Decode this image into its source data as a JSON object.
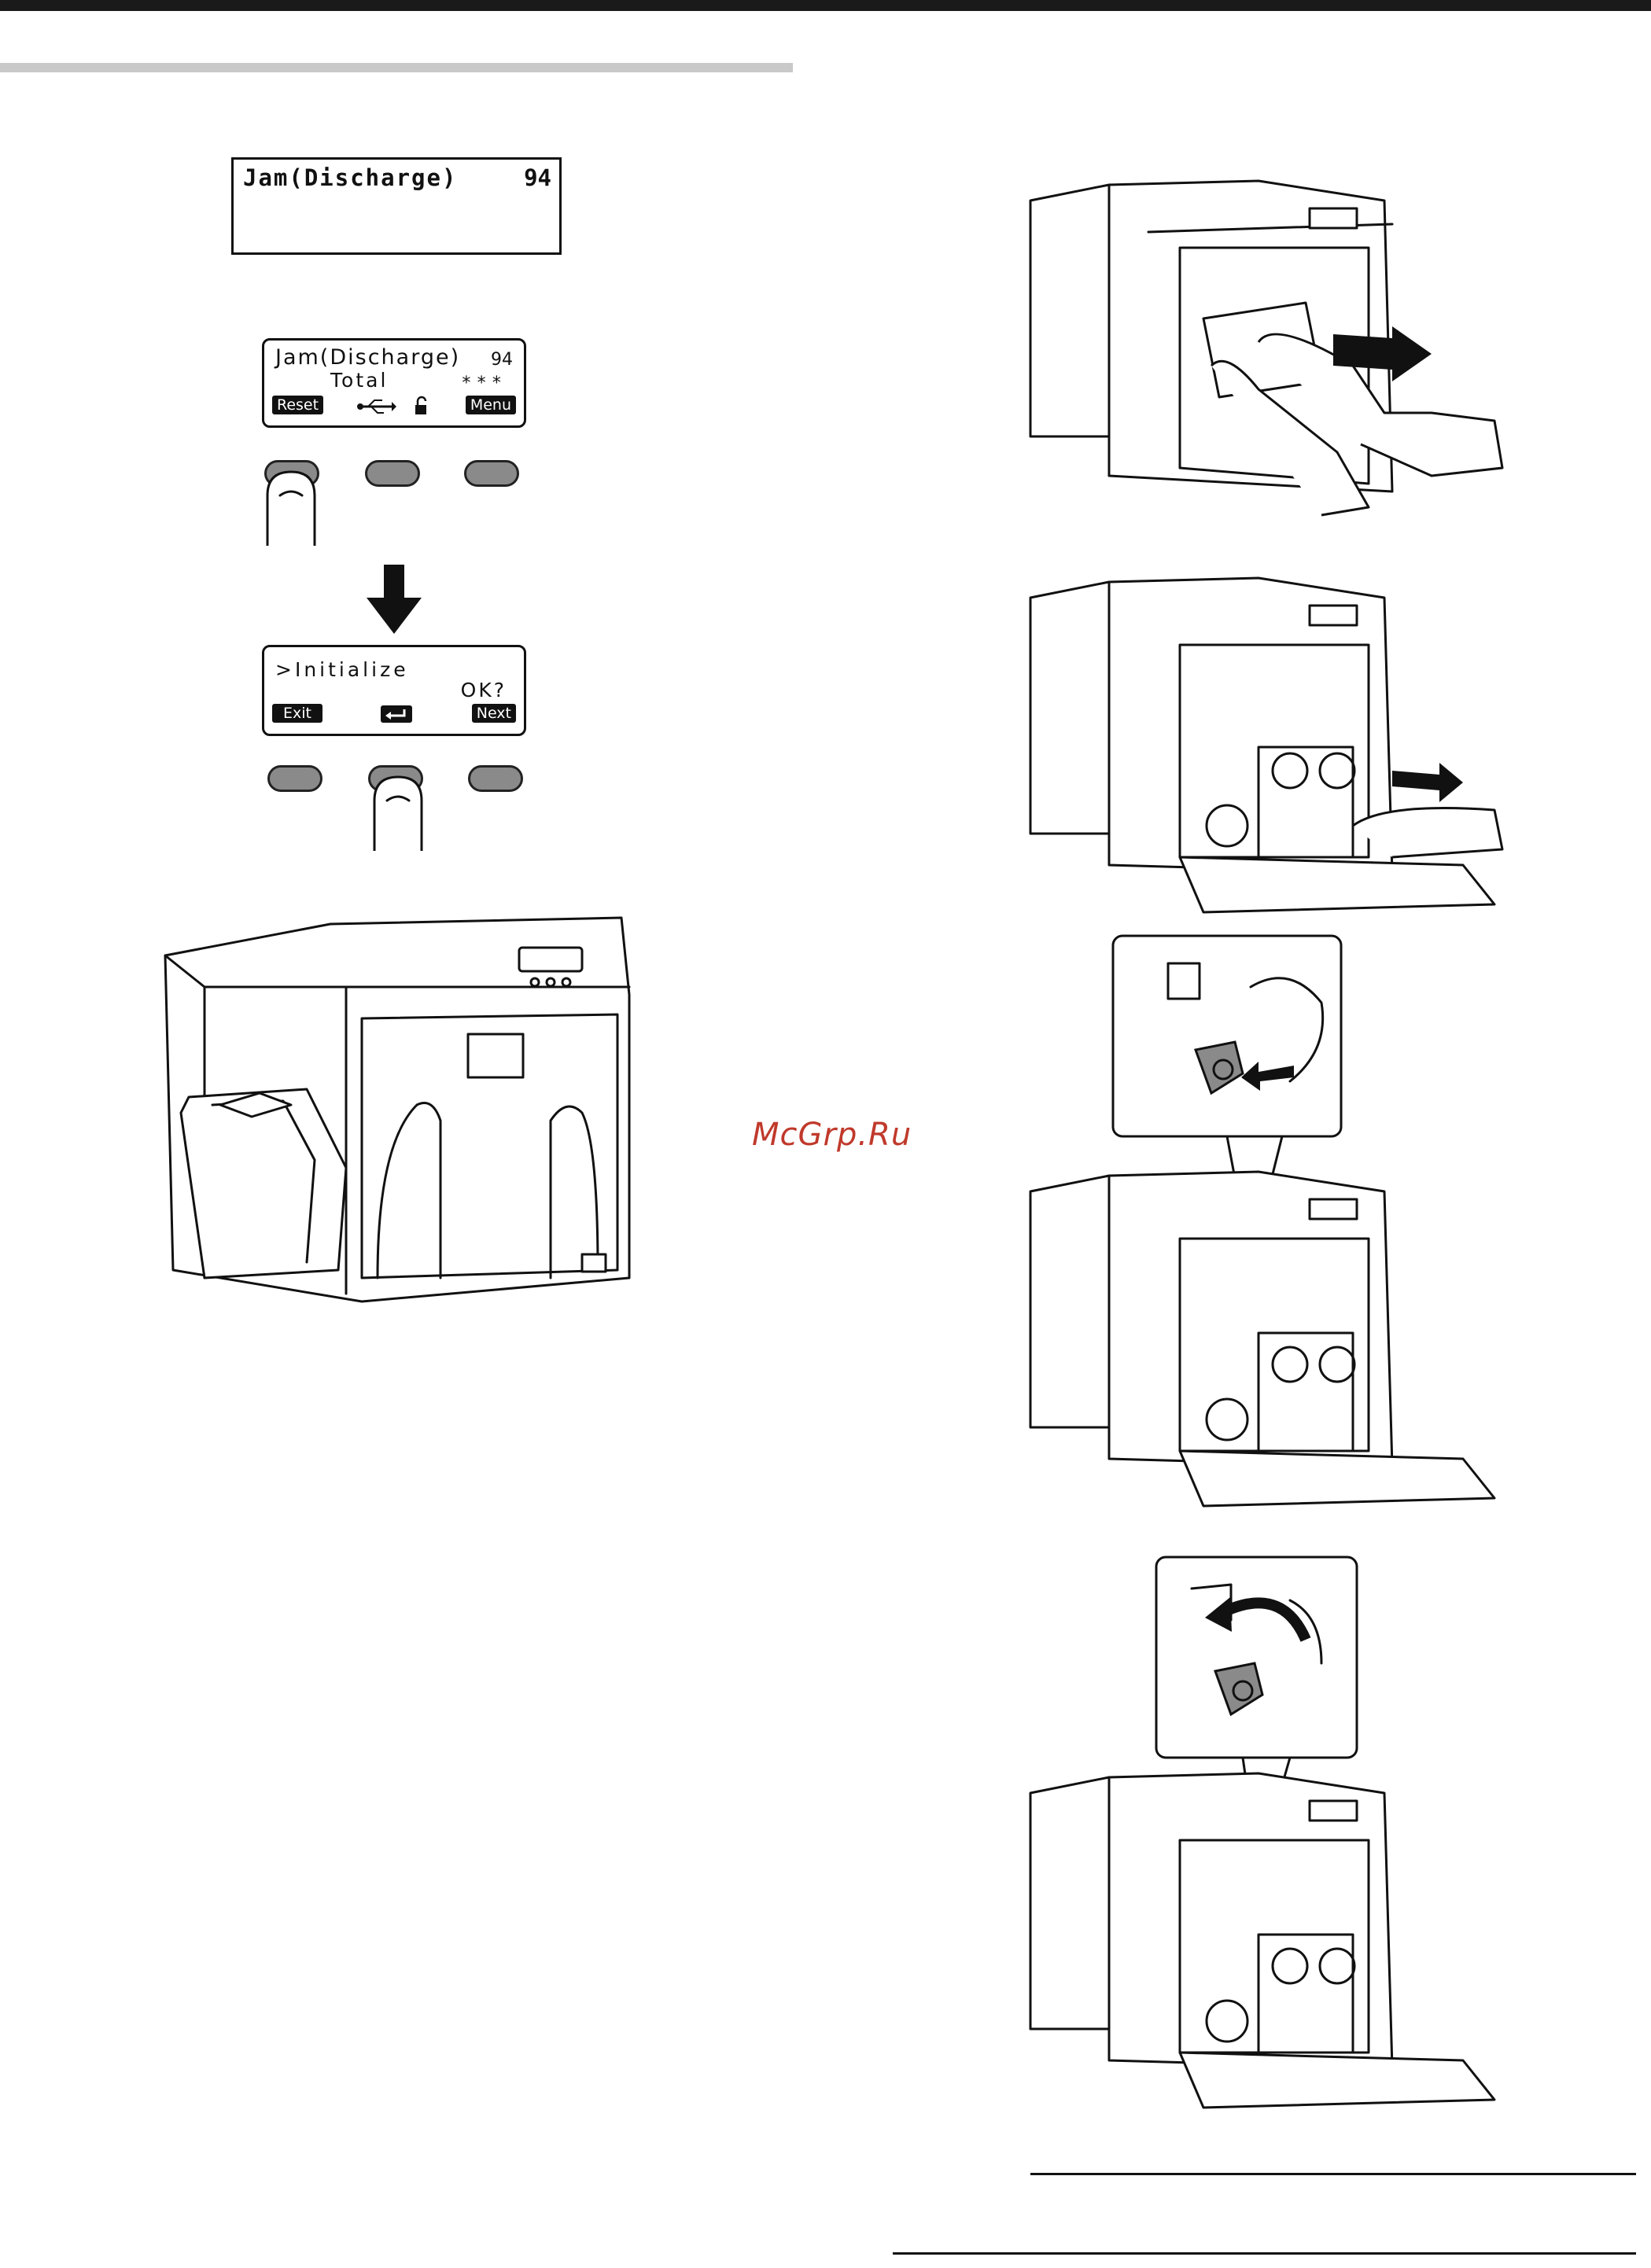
{
  "lcd_error": {
    "message": "Jam(Discharge)",
    "code": "94"
  },
  "lcd_menu": {
    "message": "Jam(Discharge)",
    "code": "94",
    "sub": "Total",
    "stars": "***",
    "left_key": "Reset",
    "right_key": "Menu"
  },
  "lcd_init": {
    "message": ">Initialize",
    "prompt": "OK?",
    "left_key": "Exit",
    "right_key": "Next"
  },
  "watermark": "McGrp.Ru",
  "colors": {
    "watermark": "#c0392b",
    "button": "#8a8a8a"
  }
}
